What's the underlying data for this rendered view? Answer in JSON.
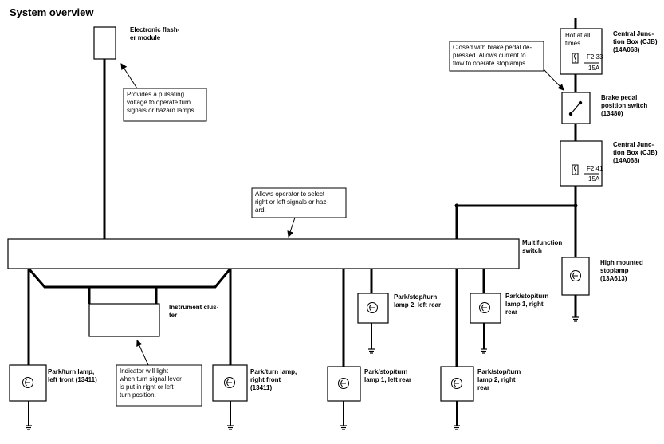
{
  "title": "System overview",
  "components": {
    "flasher": "Electronic flash-\ner module",
    "multifunction": "Multifunction\nswitch",
    "cluster": "Instrument clus-\nter",
    "cjb_top": "Central Junc-\ntion Box (CJB)\n(14A068)",
    "brake_switch": "Brake pedal\nposition switch\n(13480)",
    "cjb_bottom": "Central Junc-\ntion Box (CJB)\n(14A068)",
    "chmsl": "High mounted\nstoplamp\n(13A613)",
    "lamp_lf": "Park/turn lamp,\nleft front (13411)",
    "lamp_rf": "Park/turn lamp,\nright front\n(13411)",
    "lamp_stl1": "Park/stop/turn\nlamp 1, left rear",
    "lamp_str2": "Park/stop/turn\nlamp 2, right\nrear",
    "lamp_stl2": "Park/stop/turn\nlamp 2, left rear",
    "lamp_str1": "Park/stop/turn\nlamp 1, right\nrear"
  },
  "callouts": {
    "flasher": "Provides a pulsating\nvoltage to operate turn\nsignals or hazard lamps.",
    "switch": "Allows operator to select\nright or left signals or haz-\nard.",
    "brake": "Closed with brake pedal de-\npressed. Allows current to\nflow to operate stoplamps.",
    "cluster": "Indicator will light\nwhen turn signal lever\nis put in right or left\nturn position."
  },
  "fuses": {
    "hot_label": "Hot at all\ntimes",
    "top_id": "F2.33",
    "top_rating": "15A",
    "bottom_id": "F2.41",
    "bottom_rating": "15A"
  }
}
